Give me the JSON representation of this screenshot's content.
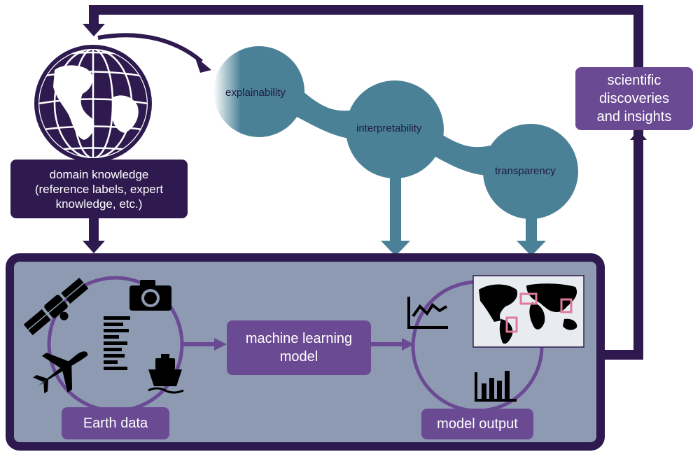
{
  "labels": {
    "domain_knowledge": "domain knowledge\n(reference labels, expert\nknowledge, etc.)",
    "scientific": "scientific\ndiscoveries\nand insights",
    "explainability": "explainability",
    "interpretability": "interpretability",
    "transparency": "transparency",
    "ml_model": "machine learning\nmodel",
    "earth_data": "Earth data",
    "model_output": "model output"
  },
  "colors": {
    "dark_purple": "#2e1a4f",
    "purple": "#6b4a94",
    "teal": "#4a8197",
    "panel": "#8d9ab2",
    "highlight": "#e07a9a"
  }
}
